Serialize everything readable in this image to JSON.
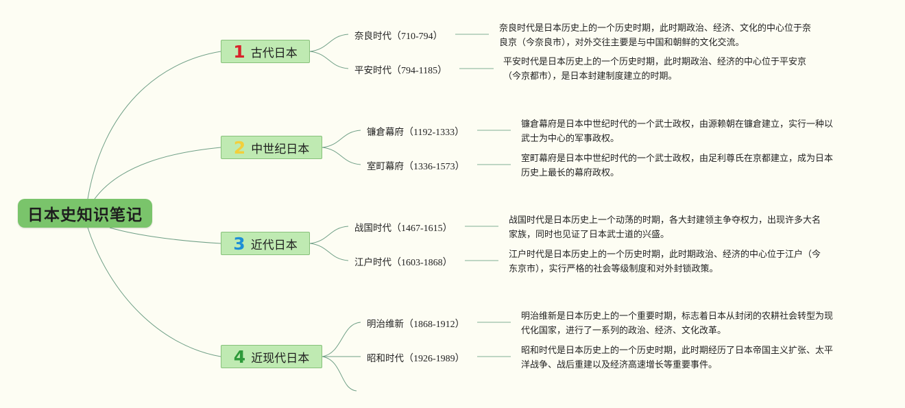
{
  "root": {
    "title": "日本史知识笔记"
  },
  "branches": [
    {
      "number": "1",
      "number_color": "#d8232a",
      "label": "古代日本",
      "periods": [
        {
          "name": "奈良时代",
          "years": "（710-794）",
          "desc_lines": [
            "奈良时代是日本历史上的一个历史时期，此时期政治、经济、文化的中心位于奈",
            "良京（今奈良市），对外交往主要是与中国和朝鲜的文化交流。"
          ]
        },
        {
          "name": "平安时代",
          "years": "（794-1185）",
          "desc_lines": [
            "平安时代是日本历史上的一个历史时期，此时期政治、经济的中心位于平安京",
            "（今京都市），是日本封建制度建立的时期。"
          ]
        }
      ]
    },
    {
      "number": "2",
      "number_color": "#f2cf3c",
      "label": "中世纪日本",
      "periods": [
        {
          "name": "镰倉幕府",
          "years": "（1192-1333）",
          "desc_lines": [
            "镰倉幕府是日本中世纪时代的一个武士政权，由源赖朝在镰倉建立，实行一种以",
            "武士为中心的军事政权。"
          ]
        },
        {
          "name": "室町幕府",
          "years": "（1336-1573）",
          "desc_lines": [
            "室町幕府是日本中世纪时代的一个武士政权，由足利尊氏在京都建立，成为日本",
            "历史上最长的幕府政权。"
          ]
        }
      ]
    },
    {
      "number": "3",
      "number_color": "#1f8fd6",
      "label": "近代日本",
      "periods": [
        {
          "name": "战国时代",
          "years": "（1467-1615）",
          "desc_lines": [
            "战国时代是日本历史上一个动荡的时期，各大封建领主争夺权力，出现许多大名",
            "家族，同时也见证了日本武士道的兴盛。"
          ]
        },
        {
          "name": "江户时代",
          "years": "（1603-1868）",
          "desc_lines": [
            "江户时代是日本历史上的一个历史时期，此时期政治、经济的中心位于江户（今",
            "东京市），实行严格的社会等级制度和对外封锁政策。"
          ]
        }
      ]
    },
    {
      "number": "4",
      "number_color": "#2e9a3a",
      "label": "近现代日本",
      "periods": [
        {
          "name": "明治维新",
          "years": "（1868-1912）",
          "desc_lines": [
            "明治维新是日本历史上的一个重要时期，标志着日本从封闭的农耕社会转型为现",
            "代化国家，进行了一系列的政治、经济、文化改革。"
          ]
        },
        {
          "name": "昭和时代",
          "years": "（1926-1989）",
          "desc_lines": [
            "昭和时代是日本历史上的一个历史时期，此时期经历了日本帝国主义扩张、太平",
            "洋战争、战后重建以及经济高速增长等重要事件。"
          ]
        }
      ]
    }
  ]
}
